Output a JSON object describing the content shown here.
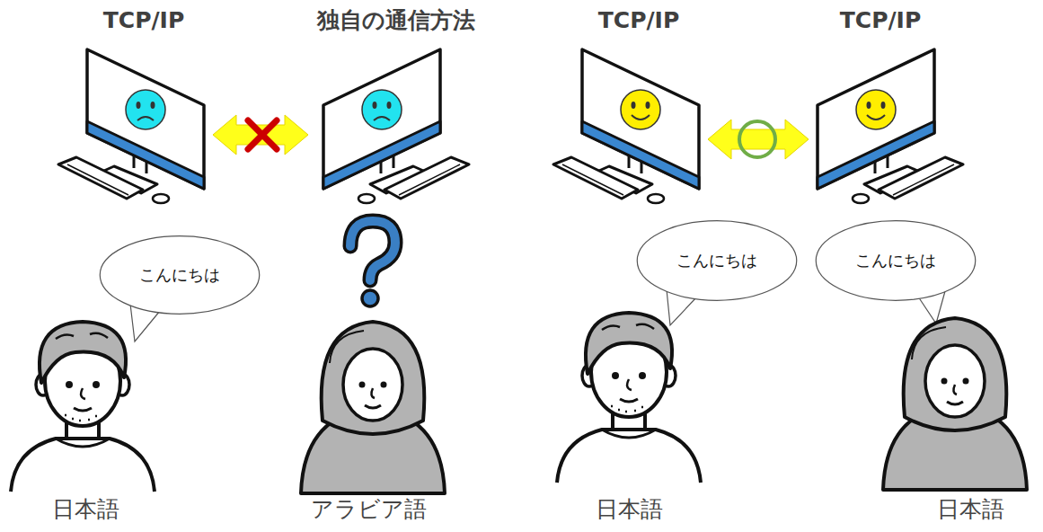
{
  "diagram": {
    "nodes": [
      {
        "text": [
          "TCP/IP"
        ]
      },
      {
        "text": [
          "独自の通信方法"
        ]
      },
      {
        "text": [
          "TCP/IP"
        ]
      },
      {
        "text": [
          "TCP/IP"
        ]
      },
      {
        "text": [
          "こんにちは"
        ]
      },
      {
        "text": [
          "こんにちは"
        ]
      },
      {
        "text": [
          "こんにちは"
        ]
      },
      {
        "text": [
          "日本語"
        ]
      },
      {
        "text": [
          "アラビア語"
        ]
      },
      {
        "text": [
          "日本語"
        ]
      },
      {
        "text": [
          "日本語"
        ]
      }
    ],
    "edges": [
      {
        "from": 0,
        "to": 1,
        "arrow": "both"
      },
      {
        "from": 2,
        "to": 3,
        "arrow": "both"
      }
    ]
  }
}
